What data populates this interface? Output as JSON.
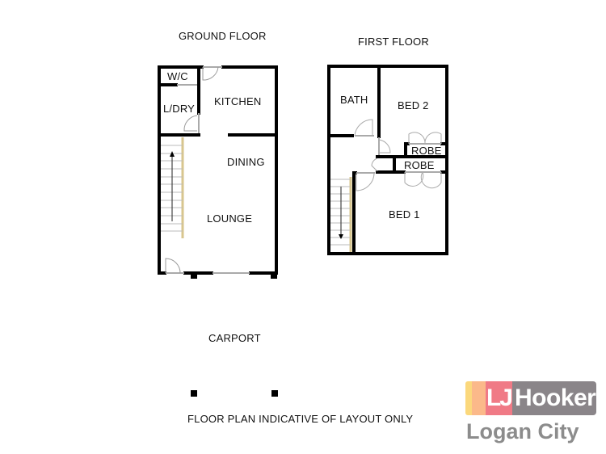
{
  "plan": {
    "ground_floor": {
      "title": "GROUND FLOOR",
      "rooms": {
        "wc": "W/C",
        "laundry": "L/DRY",
        "kitchen": "KITCHEN",
        "dining": "DINING",
        "lounge": "LOUNGE"
      }
    },
    "first_floor": {
      "title": "FIRST FLOOR",
      "rooms": {
        "bath": "BATH",
        "bed2": "BED 2",
        "robe1": "ROBE",
        "robe2": "ROBE",
        "bed1": "BED 1"
      }
    },
    "carport": "CARPORT",
    "disclaimer": "FLOOR PLAN INDICATIVE OF LAYOUT ONLY"
  },
  "logo": {
    "mark": "LJ",
    "brand": "Hooker",
    "office": "Logan City",
    "colors": {
      "yellow": "#fbd87c",
      "peach": "#fbb98a",
      "pink": "#f07a86",
      "grey": "#8a8589",
      "office_text": "#8c8c8c"
    }
  }
}
